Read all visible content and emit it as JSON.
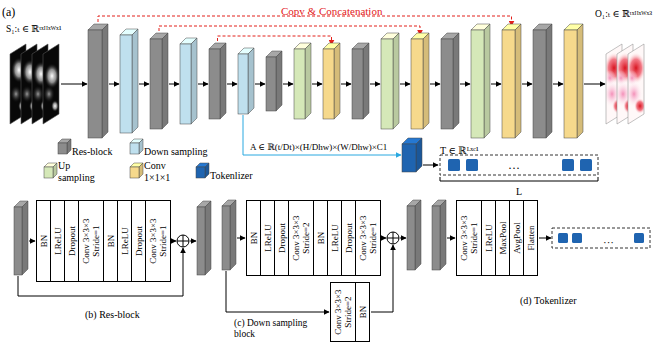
{
  "diagram": {
    "nodes": [
      {
        "text": [
          "BN"
        ]
      },
      {
        "text": [
          "LReLU"
        ]
      },
      {
        "text": [
          "Dropout"
        ]
      },
      {
        "text": [
          "Conv 3×3×3 Stride=1"
        ]
      },
      {
        "text": [
          "BN"
        ]
      },
      {
        "text": [
          "LReLU"
        ]
      },
      {
        "text": [
          "Dropout"
        ]
      },
      {
        "text": [
          "Conv 3×3×3 Stride=1"
        ]
      },
      {
        "text": [
          "BN"
        ]
      },
      {
        "text": [
          "LReLU"
        ]
      },
      {
        "text": [
          "Dropout"
        ]
      },
      {
        "text": [
          "Conv 3×3×3 Stride=2"
        ]
      },
      {
        "text": [
          "BN"
        ]
      },
      {
        "text": [
          "LReLU"
        ]
      },
      {
        "text": [
          "Dropout"
        ]
      },
      {
        "text": [
          "Conv 3×3×3 Stride=1"
        ]
      },
      {
        "text": [
          "Conv 3×3×3 Stride=2"
        ]
      },
      {
        "text": [
          "BN"
        ]
      },
      {
        "text": [
          "Conv 3×3×3 Stride=1"
        ]
      },
      {
        "text": [
          "LReLU"
        ]
      },
      {
        "text": [
          "MaxPool"
        ]
      },
      {
        "text": [
          "AvgPool"
        ]
      },
      {
        "text": [
          "Flatten"
        ]
      }
    ],
    "labels": [
      "(a)",
      "S₁:ₜ ∈ ℝᵗˣᴴˣᵂˣ¹",
      "Copy & Concatenation",
      "O₁:ₜ ∈ ℝᵗˣᴴˣᵂˣ³",
      "A ∈ ℝ(t/Dt)×(H/Dhw)×(W/Dhw)×C1",
      "T ∈ ℝᴸˣᶜ¹",
      "···",
      "L",
      "(b) Res-block",
      "(c) Down sampling block",
      "···",
      "(d) Tokenlizer"
    ],
    "legend": [
      {
        "text": "Res-block",
        "color": "#8c8c8c"
      },
      {
        "text": "Down sampling",
        "color": "#bfe0ee"
      },
      {
        "text": "Up sampling",
        "color": "#d5e8b8"
      },
      {
        "text": "Conv 1×1×1",
        "color": "#f6d98c"
      },
      {
        "text": "Tokenlizer",
        "color": "#1f64b0"
      }
    ]
  }
}
